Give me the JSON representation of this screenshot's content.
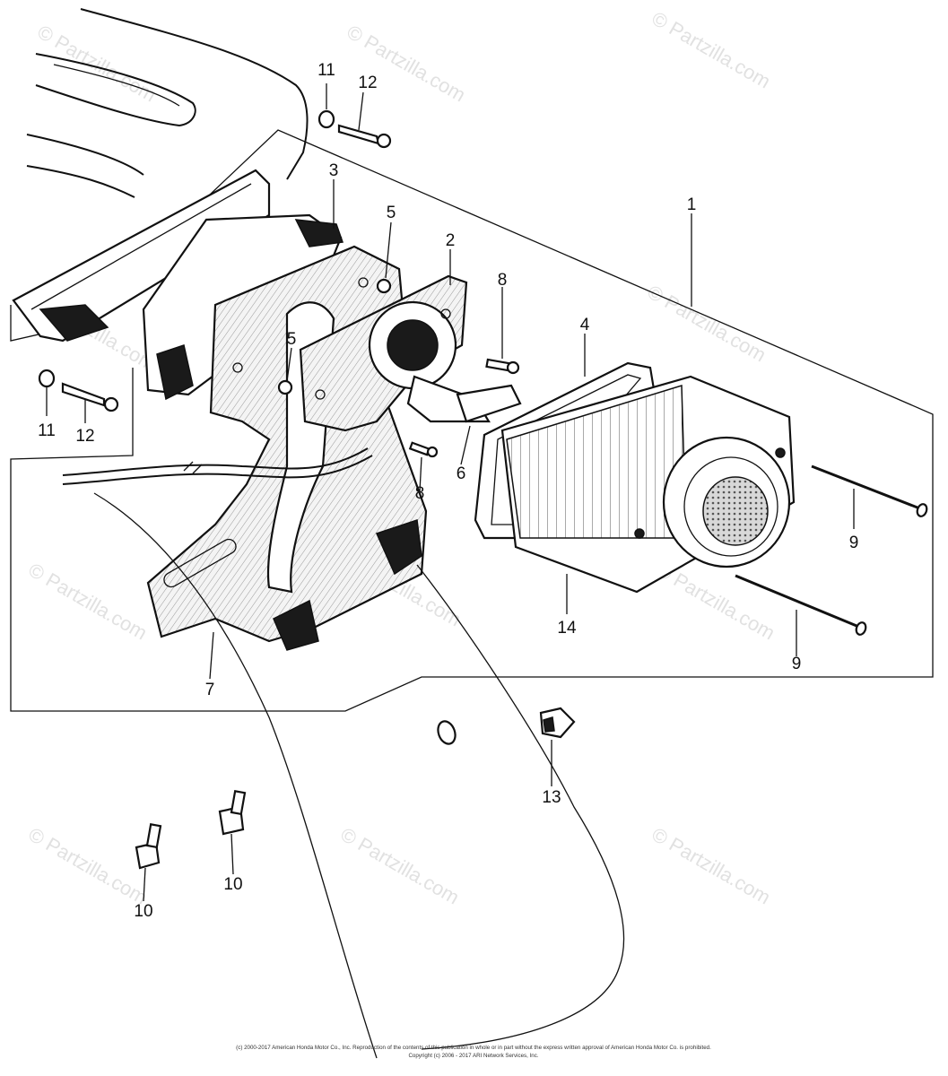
{
  "watermark": "© Partzilla.com",
  "copyright_line1": "(c) 2000-2017 American Honda Motor Co., Inc. Reproduction of the contents of this publication in whole or in part without the express written approval of American Honda Motor Co. is prohibited.",
  "copyright_line2": "Copyright (c) 2006 - 2017 ARI Network Services, Inc.",
  "callouts": {
    "p1": "1",
    "p2": "2",
    "p3": "3",
    "p4": "4",
    "p5a": "5",
    "p5b": "5",
    "p6": "6",
    "p7": "7",
    "p8a": "8",
    "p8b": "8",
    "p9a": "9",
    "p9b": "9",
    "p10a": "10",
    "p10b": "10",
    "p11a": "11",
    "p11b": "11",
    "p12a": "12",
    "p12b": "12",
    "p13": "13",
    "p14": "14"
  }
}
